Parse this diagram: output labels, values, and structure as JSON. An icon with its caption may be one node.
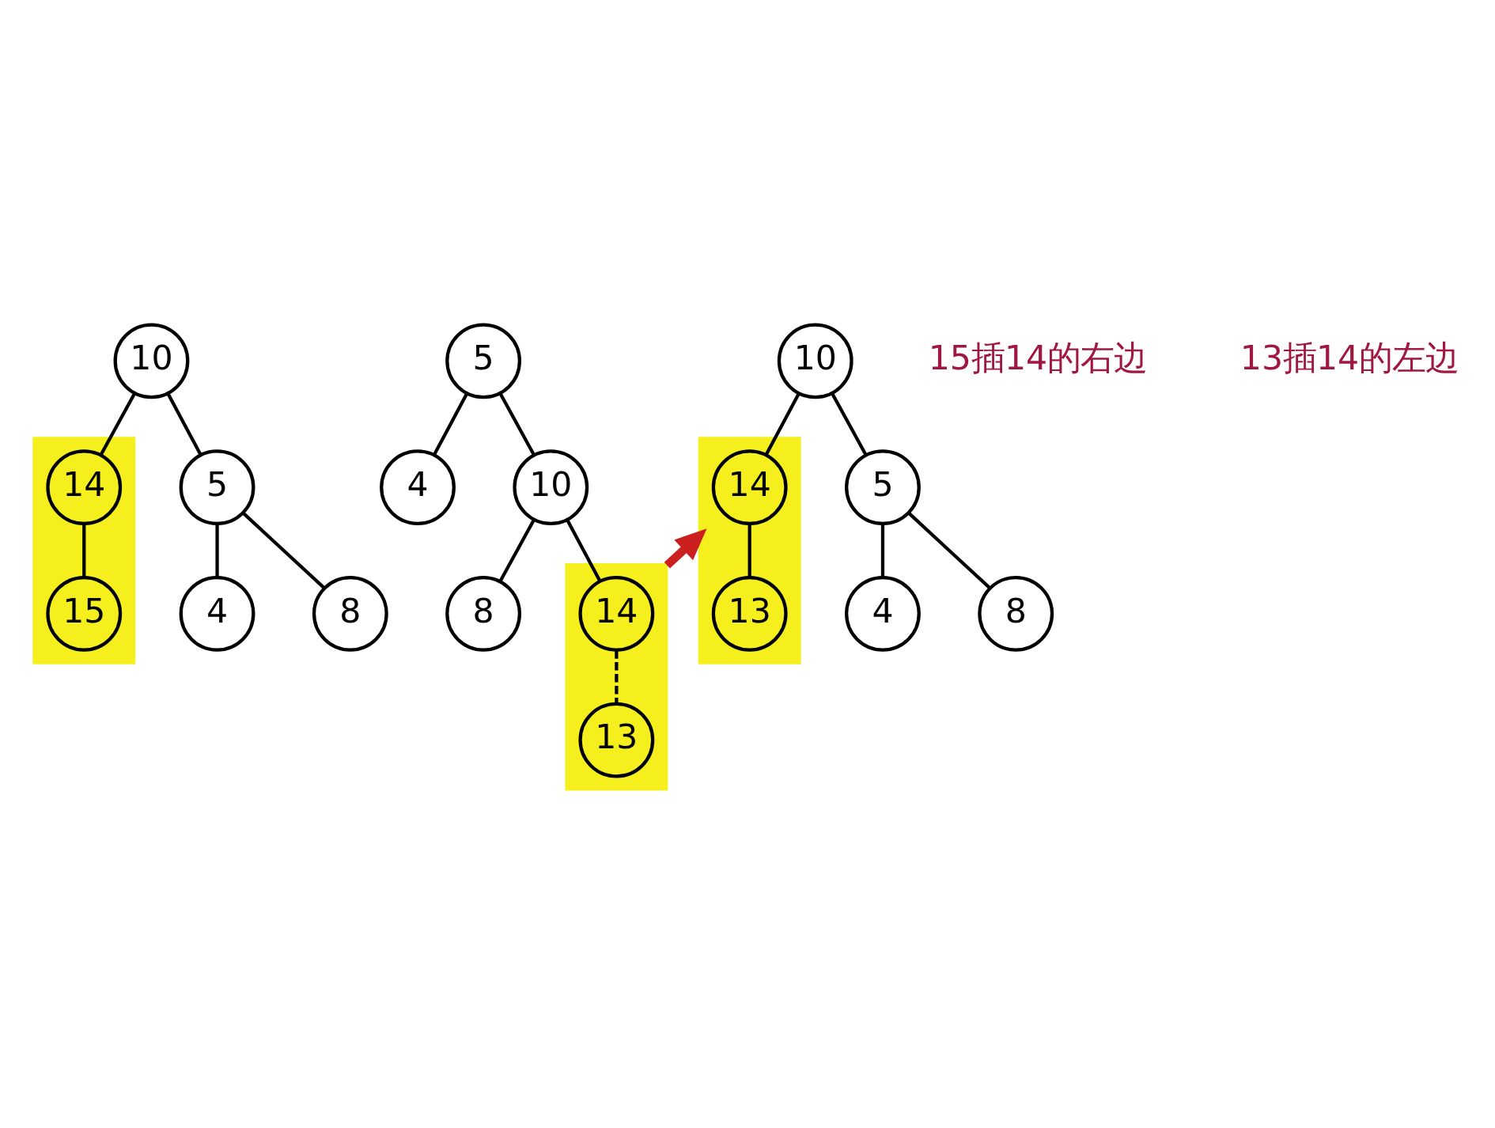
{
  "diagram": {
    "nodes": [
      {
        "text": [
          "10"
        ]
      },
      {
        "text": [
          "5"
        ]
      },
      {
        "text": [],
        "shape": "box"
      },
      {
        "text": [
          "14"
        ],
        "in": 2
      },
      {
        "text": [
          "4"
        ]
      },
      {
        "text": [
          "8"
        ]
      },
      {
        "text": [
          "15"
        ],
        "in": 2
      },
      {
        "text": [
          "5"
        ]
      },
      {
        "text": [
          "4"
        ]
      },
      {
        "text": [
          "10"
        ]
      },
      {
        "text": [
          "8"
        ]
      },
      {
        "text": [],
        "shape": "box"
      },
      {
        "text": [
          "14"
        ],
        "in": 11
      },
      {
        "text": [
          "13"
        ],
        "in": 11
      },
      {
        "text": [
          "10"
        ]
      },
      {
        "text": [
          "5"
        ]
      },
      {
        "text": [],
        "shape": "box"
      },
      {
        "text": [
          "14"
        ],
        "in": 16
      },
      {
        "text": [
          "4"
        ]
      },
      {
        "text": [
          "8"
        ]
      },
      {
        "text": [
          "13"
        ],
        "in": 16
      }
    ],
    "edges": [
      {
        "from": 0,
        "to": 1,
        "arrow": "none"
      },
      {
        "from": 0,
        "to": 3,
        "arrow": "none"
      },
      {
        "from": 1,
        "to": 4,
        "arrow": "none"
      },
      {
        "from": 1,
        "to": 5,
        "arrow": "none"
      },
      {
        "from": 3,
        "to": 6,
        "arrow": "none"
      },
      {
        "from": 7,
        "to": 8,
        "arrow": "none"
      },
      {
        "from": 7,
        "to": 9,
        "arrow": "none"
      },
      {
        "from": 9,
        "to": 10,
        "arrow": "none"
      },
      {
        "from": 9,
        "to": 12,
        "arrow": "none"
      },
      {
        "from": 12,
        "to": 13,
        "arrow": "none",
        "style": "dashed"
      },
      {
        "from": 14,
        "to": 15,
        "arrow": "none"
      },
      {
        "from": 14,
        "to": 17,
        "arrow": "none"
      },
      {
        "from": 15,
        "to": 18,
        "arrow": "none"
      },
      {
        "from": 15,
        "to": 19,
        "arrow": "none"
      },
      {
        "from": 17,
        "to": 20,
        "arrow": "none"
      },
      {
        "from": 11,
        "to": 16,
        "arrow": "to",
        "style": "thick",
        "color": "#cc2020"
      }
    ],
    "labels": [
      "15插14的右边",
      "13插14的左边"
    ]
  }
}
